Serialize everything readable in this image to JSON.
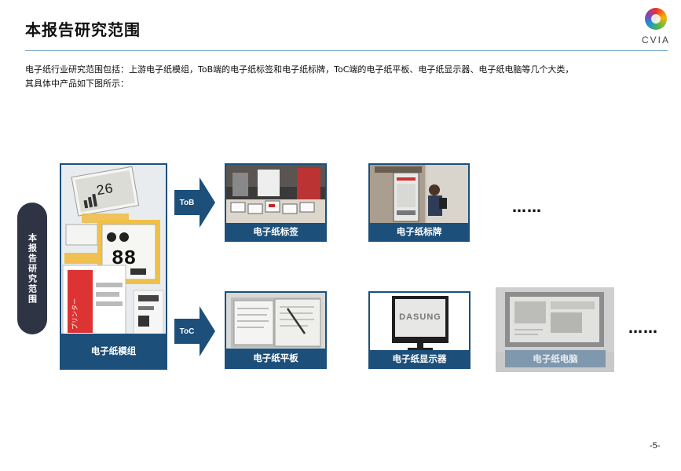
{
  "header": {
    "title": "本报告研究范围",
    "logo_text": "CVIA"
  },
  "intro": {
    "line1": "电子纸行业研究范围包括：上游电子纸模组，ToB端的电子纸标签和电子纸标牌，ToC端的电子纸平板、电子纸显示器、电子纸电脑等几个大类，",
    "line2": "其具体中产品如下图所示："
  },
  "side_label": "本报告研究范围",
  "cards": {
    "module": "电子纸模组",
    "label_tag": "电子纸标签",
    "signage": "电子纸标牌",
    "tablet": "电子纸平板",
    "monitor": "电子纸显示器",
    "laptop": "电子纸电脑"
  },
  "arrows": {
    "tob": "ToB",
    "toc": "ToC"
  },
  "photo_text": {
    "module_big_digits": "88",
    "module_small_digits": "26",
    "module_red_text": "プリンター",
    "monitor_brand": "DASUNG"
  },
  "ellipsis": {
    "top": "……",
    "bottom": "……"
  },
  "page_number": "-5-",
  "colors": {
    "accent": "#1c4f7a",
    "pill": "#2f3445",
    "rule": "#7ba7c9",
    "faded_card": "#c9c9c9"
  }
}
